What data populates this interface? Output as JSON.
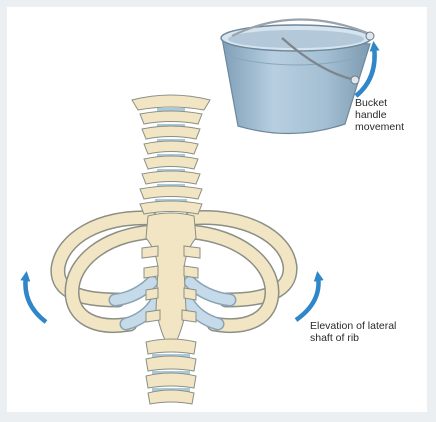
{
  "labels": {
    "bucket_line1": "Bucket",
    "bucket_line2": "handle",
    "bucket_line3": "movement",
    "rib_line1": "Elevation of lateral",
    "rib_line2": "shaft of rib"
  },
  "colors": {
    "bone": "#f1e5c4",
    "bone_outline": "#8b8f84",
    "cartilage": "#c5dbea",
    "disc": "#a9c9dd",
    "bucket": "#a8c3d6",
    "bucket_rim": "#c9dceb",
    "arrow": "#2f86c8",
    "frame": "#eceff2"
  },
  "icons": {
    "arrow": "curved-up-arrow",
    "bucket": "bucket-icon"
  }
}
